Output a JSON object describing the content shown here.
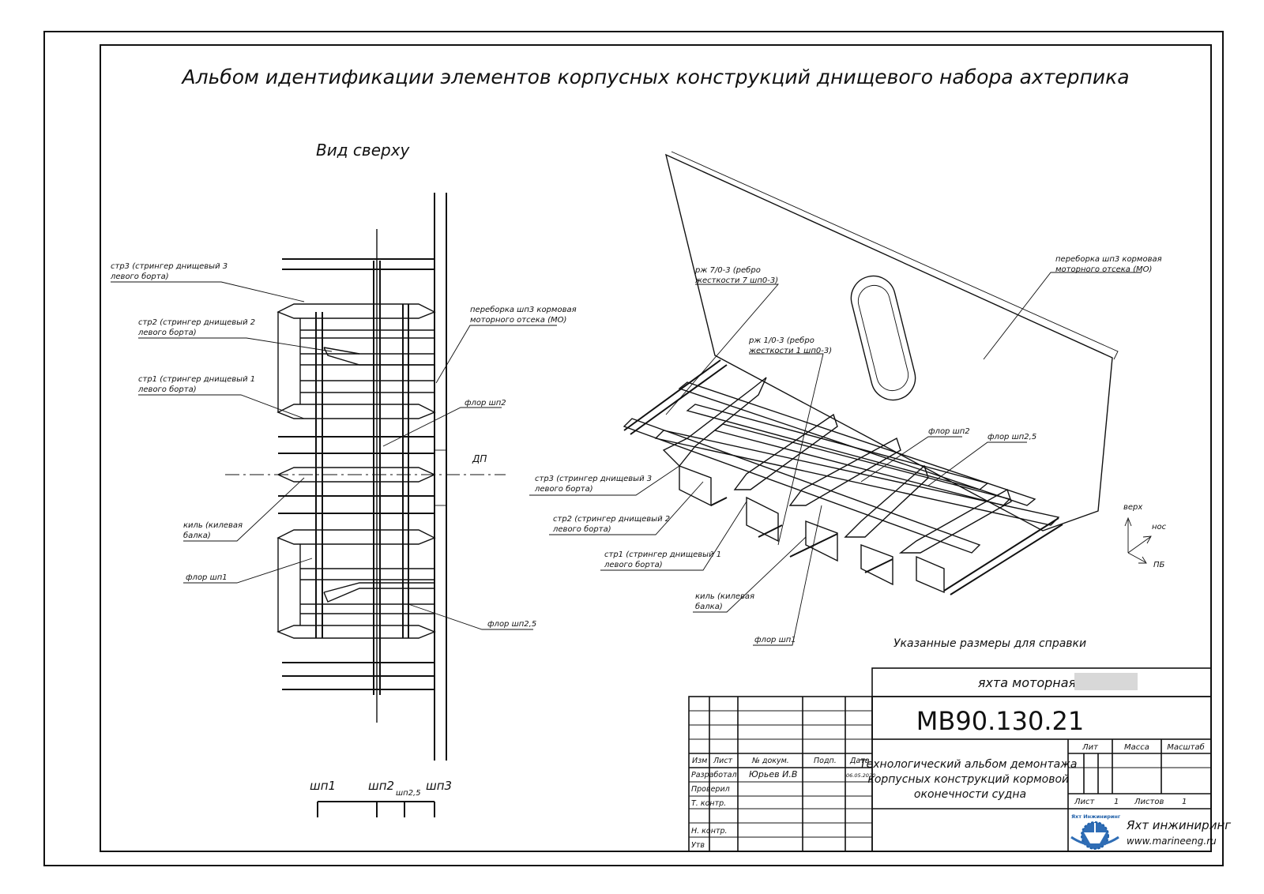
{
  "title": "Альбом идентификации элементов корпусных конструкций днищевого набора ахтерпика",
  "top_view": {
    "caption": "Вид сверху",
    "dp_label": "ДП",
    "frames": [
      "шп1",
      "шп2",
      "шп2,5",
      "шп3"
    ],
    "labels": {
      "str3": [
        "стр3 (стрингер днищевый 3",
        "левого борта)"
      ],
      "str2": [
        "стр2 (стрингер днищевый 2",
        "левого борта)"
      ],
      "str1": [
        "стр1 (стрингер днищевый 1",
        "левого борта)"
      ],
      "bulkhead": [
        "переборка шп3 кормовая",
        "моторного отсека (МО)"
      ],
      "flor2": "флор шп2",
      "keel": [
        "киль (килевая",
        "балка)"
      ],
      "flor1": "флор шп1",
      "flor25": "флор шп2,5"
    }
  },
  "iso_view": {
    "labels": {
      "rzh7": [
        "рж 7/0-3 (ребро",
        "жесткости 7 шп0-3)"
      ],
      "rzh1": [
        "рж 1/0-3 (ребро",
        "жесткости 1 шп0-3)"
      ],
      "bulkhead": [
        "переборка шп3 кормовая",
        "моторного отсека (МО)"
      ],
      "flor2": "флор шп2",
      "flor25": "флор шп2,5",
      "str3": [
        "стр3 (стрингер днищевый 3",
        "левого борта)"
      ],
      "str2": [
        "стр2 (стрингер днищевый 2",
        "левого борта)"
      ],
      "str1": [
        "стр1 (стрингер днищевый 1",
        "левого борта)"
      ],
      "keel": [
        "киль (килевая",
        "балка)"
      ],
      "flor1": "флор шп1"
    },
    "axes": {
      "up": "верх",
      "nose": "нос",
      "pb": "ПБ"
    }
  },
  "note": "Указанные размеры для справки",
  "title_block": {
    "project": "яхта моторная",
    "code": "MB90.130.21",
    "doc_title": [
      "Технологический альбом демонтажа",
      "корпусных конструкций кормовой",
      "оконечности судна"
    ],
    "headers": {
      "izm": "Изм",
      "list": "Лист",
      "doc_no": "№ докум.",
      "sign": "Подп.",
      "date": "Дата"
    },
    "rows": [
      {
        "role": "Разработал",
        "name": "Юрьев И.В",
        "date": "06.05.2020"
      },
      {
        "role": "Проверил",
        "name": "",
        "date": ""
      },
      {
        "role": "Т. контр.",
        "name": "",
        "date": ""
      },
      {
        "role": "Н. контр.",
        "name": "",
        "date": ""
      },
      {
        "role": "Утв",
        "name": "",
        "date": ""
      }
    ],
    "lit": "Лит",
    "mass": "Масса",
    "scale": "Масштаб",
    "sheet_label": "Лист",
    "sheet": "1",
    "sheets_label": "Листов",
    "sheets": "1",
    "company": "Яхт инжиниринг",
    "logo_text": "Яхт Инжиниринг",
    "website": "www.marineeng.ru"
  }
}
